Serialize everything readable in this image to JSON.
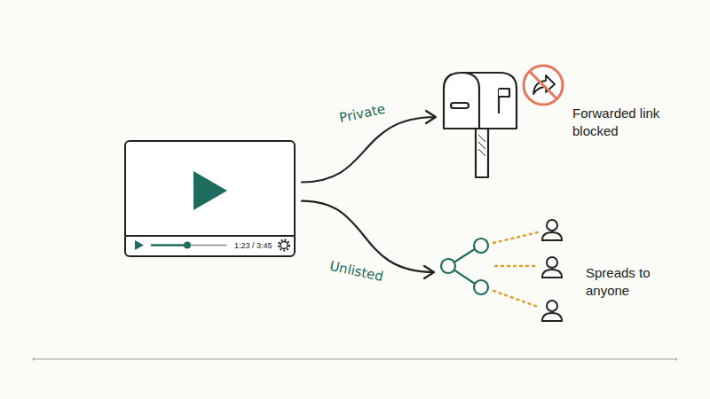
{
  "diagram": {
    "nodes": [
      {
        "text": [
          "1:23 / 3:45"
        ]
      },
      {
        "text": [
          "Forwarded link blocked"
        ]
      },
      {
        "text": [
          "Spreads to anyone"
        ]
      }
    ],
    "edges": [
      {
        "from": 0,
        "to": 1,
        "label": "Private",
        "arrow": "to"
      },
      {
        "from": 0,
        "to": 2,
        "label": "Unlisted",
        "arrow": "to"
      }
    ]
  }
}
